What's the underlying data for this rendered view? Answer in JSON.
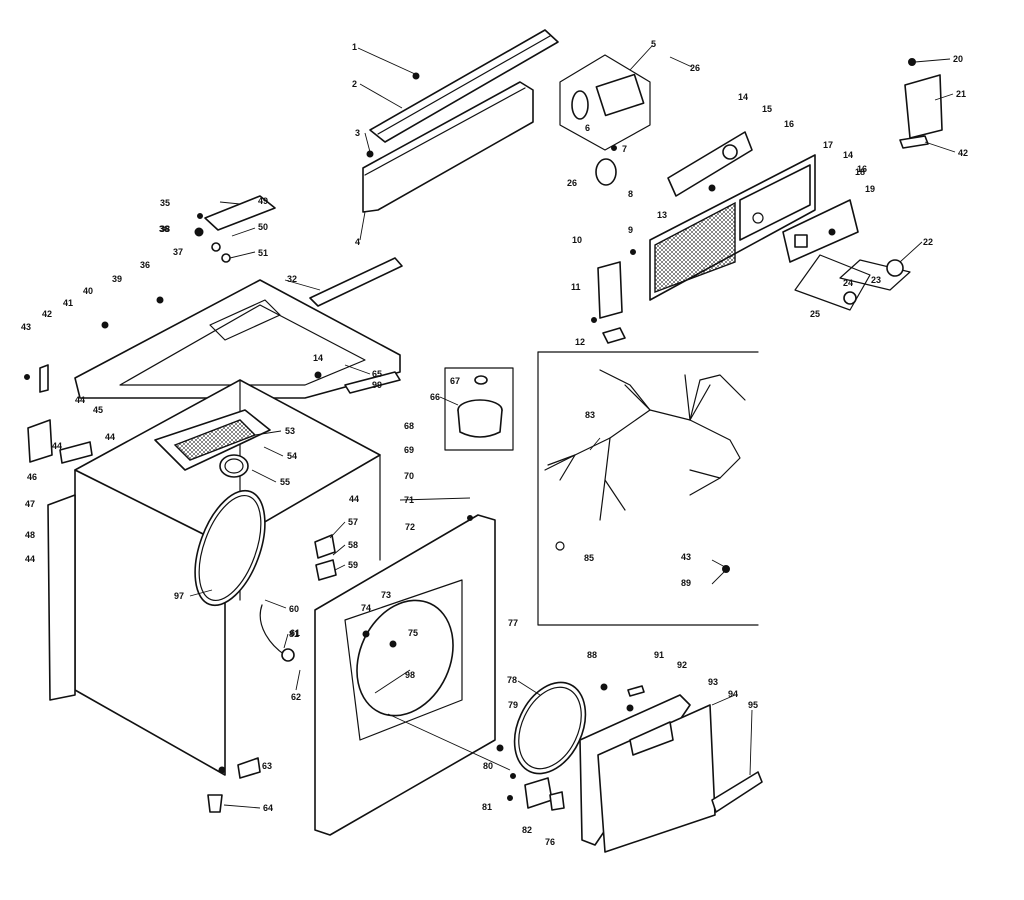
{
  "callouts": [
    {
      "id": "c1",
      "text": "1"
    },
    {
      "id": "c2",
      "text": "2"
    },
    {
      "id": "c3",
      "text": "3"
    },
    {
      "id": "c4",
      "text": "4"
    },
    {
      "id": "c5",
      "text": "5"
    },
    {
      "id": "c6",
      "text": "6"
    },
    {
      "id": "c7",
      "text": "7"
    },
    {
      "id": "c8",
      "text": "8"
    },
    {
      "id": "c9",
      "text": "9"
    },
    {
      "id": "c10",
      "text": "10"
    },
    {
      "id": "c11",
      "text": "11"
    },
    {
      "id": "c12",
      "text": "12"
    },
    {
      "id": "c13",
      "text": "13"
    },
    {
      "id": "c14a",
      "text": "14"
    },
    {
      "id": "c14b",
      "text": "14"
    },
    {
      "id": "c14c",
      "text": "14"
    },
    {
      "id": "c15",
      "text": "15"
    },
    {
      "id": "c16a",
      "text": "16"
    },
    {
      "id": "c16b",
      "text": "16"
    },
    {
      "id": "c17",
      "text": "17"
    },
    {
      "id": "c19",
      "text": "19"
    },
    {
      "id": "c20",
      "text": "20"
    },
    {
      "id": "c21",
      "text": "21"
    },
    {
      "id": "c22",
      "text": "22"
    },
    {
      "id": "c23",
      "text": "23"
    },
    {
      "id": "c24",
      "text": "24"
    },
    {
      "id": "c25",
      "text": "25"
    },
    {
      "id": "c26a",
      "text": "26"
    },
    {
      "id": "c26b",
      "text": "26"
    },
    {
      "id": "c32",
      "text": "32"
    },
    {
      "id": "c35",
      "text": "35"
    },
    {
      "id": "c36a",
      "text": "36"
    },
    {
      "id": "c36b",
      "text": "36"
    },
    {
      "id": "c37",
      "text": "37"
    },
    {
      "id": "c39",
      "text": "39"
    },
    {
      "id": "c40",
      "text": "40"
    },
    {
      "id": "c41",
      "text": "41"
    },
    {
      "id": "c42a",
      "text": "42"
    },
    {
      "id": "c42b",
      "text": "42"
    },
    {
      "id": "c43a",
      "text": "43"
    },
    {
      "id": "c43b",
      "text": "43"
    },
    {
      "id": "c44a",
      "text": "44"
    },
    {
      "id": "c44b",
      "text": "44"
    },
    {
      "id": "c44c",
      "text": "44"
    },
    {
      "id": "c44d",
      "text": "44"
    },
    {
      "id": "c44e",
      "text": "44"
    },
    {
      "id": "c45",
      "text": "45"
    },
    {
      "id": "c46",
      "text": "46"
    },
    {
      "id": "c47",
      "text": "47"
    },
    {
      "id": "c48",
      "text": "48"
    },
    {
      "id": "c49",
      "text": "49"
    },
    {
      "id": "c50",
      "text": "50"
    },
    {
      "id": "c51",
      "text": "51"
    },
    {
      "id": "c53",
      "text": "53"
    },
    {
      "id": "c54",
      "text": "54"
    },
    {
      "id": "c55",
      "text": "55"
    },
    {
      "id": "c57",
      "text": "57"
    },
    {
      "id": "c58",
      "text": "58"
    },
    {
      "id": "c59",
      "text": "59"
    },
    {
      "id": "c60",
      "text": "60"
    },
    {
      "id": "c61",
      "text": "61"
    },
    {
      "id": "c62",
      "text": "62"
    },
    {
      "id": "c63",
      "text": "63"
    },
    {
      "id": "c64",
      "text": "64"
    },
    {
      "id": "c65",
      "text": "65"
    },
    {
      "id": "c66",
      "text": "66"
    },
    {
      "id": "c67",
      "text": "67"
    },
    {
      "id": "c68",
      "text": "68"
    },
    {
      "id": "c69",
      "text": "69"
    },
    {
      "id": "c70",
      "text": "70"
    },
    {
      "id": "c71",
      "text": "71"
    },
    {
      "id": "c72",
      "text": "72"
    },
    {
      "id": "c73",
      "text": "73"
    },
    {
      "id": "c74",
      "text": "74"
    },
    {
      "id": "c75",
      "text": "75"
    },
    {
      "id": "c76",
      "text": "76"
    },
    {
      "id": "c77",
      "text": "77"
    },
    {
      "id": "c78",
      "text": "78"
    },
    {
      "id": "c79",
      "text": "79"
    },
    {
      "id": "c80",
      "text": "80"
    },
    {
      "id": "c81a",
      "text": "81"
    },
    {
      "id": "c81b",
      "text": "81"
    },
    {
      "id": "c82",
      "text": "82"
    },
    {
      "id": "c83",
      "text": "83"
    },
    {
      "id": "c85",
      "text": "85"
    },
    {
      "id": "c88",
      "text": "88"
    },
    {
      "id": "c89",
      "text": "89"
    },
    {
      "id": "c91",
      "text": "91"
    },
    {
      "id": "c92",
      "text": "92"
    },
    {
      "id": "c93",
      "text": "93"
    },
    {
      "id": "c94",
      "text": "94"
    },
    {
      "id": "c95",
      "text": "95"
    },
    {
      "id": "c97",
      "text": "97"
    },
    {
      "id": "c98",
      "text": "98"
    },
    {
      "id": "c99",
      "text": "99"
    },
    {
      "id": "c18",
      "text": "18"
    },
    {
      "id": "c38",
      "text": "38"
    }
  ],
  "colors": {
    "line": "#111111",
    "background": "#ffffff"
  }
}
